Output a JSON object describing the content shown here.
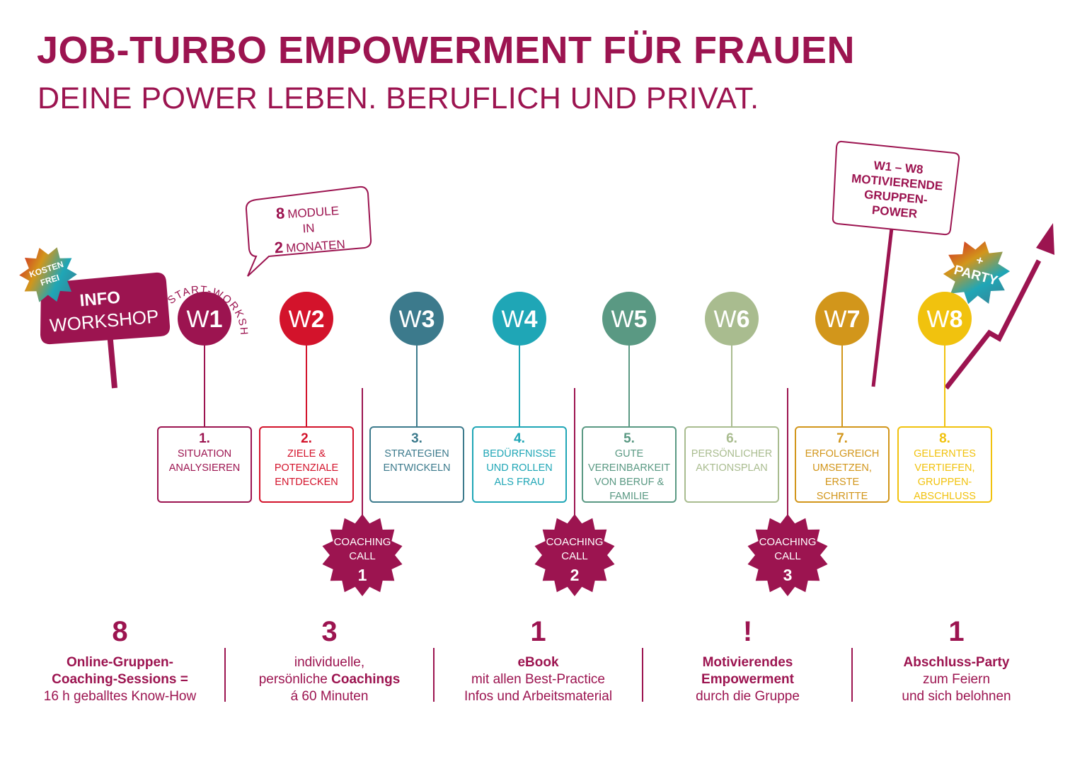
{
  "title": "JOB-TURBO EMPOWERMENT FÜR FRAUEN",
  "subtitle": "DEINE POWER LEBEN. BERUFLICH UND PRIVAT.",
  "info_sign": {
    "line1": "INFO",
    "line2": "WORKSHOP",
    "badge_line1": "KOSTEN",
    "badge_line2": "FREI"
  },
  "start_workshop_label": "START-WORKSHOP",
  "modules_bubble": {
    "line1_num": "8",
    "line1_text": "MODULE",
    "line2": "IN",
    "line3_num": "2",
    "line3_text": "MONATEN"
  },
  "group_sign": {
    "line1": "W1 – W8",
    "line2": "MOTIVIERENDE",
    "line3": "GRUPPEN-",
    "line4": "POWER"
  },
  "party_badge": {
    "line1": "+",
    "line2": "PARTY"
  },
  "weeks": [
    {
      "label_w": "W",
      "label_n": "1",
      "color": "#9c1450",
      "num": "1.",
      "text": [
        "SITUATION",
        "ANALYSIEREN"
      ]
    },
    {
      "label_w": "W",
      "label_n": "2",
      "color": "#d3132b",
      "num": "2.",
      "text": [
        "ZIELE &",
        "POTENZIALE",
        "ENTDECKEN"
      ]
    },
    {
      "label_w": "W",
      "label_n": "3",
      "color": "#3c7a8c",
      "num": "3.",
      "text": [
        "STRATEGIEN",
        "ENTWICKELN"
      ]
    },
    {
      "label_w": "W",
      "label_n": "4",
      "color": "#1fa6b6",
      "num": "4.",
      "text": [
        "BEDÜRFNISSE",
        "UND ROLLEN",
        "ALS FRAU"
      ]
    },
    {
      "label_w": "W",
      "label_n": "5",
      "color": "#5a9983",
      "num": "5.",
      "text": [
        "GUTE",
        "VEREINBARKEIT",
        "VON BERUF &",
        "FAMILIE"
      ]
    },
    {
      "label_w": "W",
      "label_n": "6",
      "color": "#a9bc8f",
      "num": "6.",
      "text": [
        "PERSÖNLICHER",
        "AKTIONSPLAN"
      ]
    },
    {
      "label_w": "W",
      "label_n": "7",
      "color": "#d2961b",
      "num": "7.",
      "text": [
        "ERFOLGREICH",
        "UMSETZEN,",
        "ERSTE",
        "SCHRITTE"
      ]
    },
    {
      "label_w": "W",
      "label_n": "8",
      "color": "#f1c20e",
      "num": "8.",
      "text": [
        "GELERNTES",
        "VERTIEFEN,",
        "GRUPPEN-",
        "ABSCHLUSS"
      ]
    }
  ],
  "coaching_calls": [
    {
      "line1": "COACHING",
      "line2": "CALL",
      "num": "1"
    },
    {
      "line1": "COACHING",
      "line2": "CALL",
      "num": "2"
    },
    {
      "line1": "COACHING",
      "line2": "CALL",
      "num": "3"
    }
  ],
  "stats": [
    {
      "num": "8",
      "l1": "Online-Gruppen-",
      "l2": "Coaching-Sessions =",
      "l3": "16 h geballtes Know-How"
    },
    {
      "num": "3",
      "l1": "individuelle,",
      "l2_pre": "persönliche ",
      "l2_bold": "Coachings",
      "l3": "á 60 Minuten"
    },
    {
      "num": "1",
      "l1": "eBook",
      "l2": "mit allen Best-Practice",
      "l3": "Infos und Arbeitsmaterial"
    },
    {
      "num": "!",
      "l1": "Motivierendes",
      "l2": "Empowerment",
      "l3": "durch die Gruppe"
    },
    {
      "num": "1",
      "l1": "Abschluss-Party",
      "l2": "zum Feiern",
      "l3": "und sich belohnen"
    }
  ],
  "colors": {
    "primary": "#9c1450"
  }
}
